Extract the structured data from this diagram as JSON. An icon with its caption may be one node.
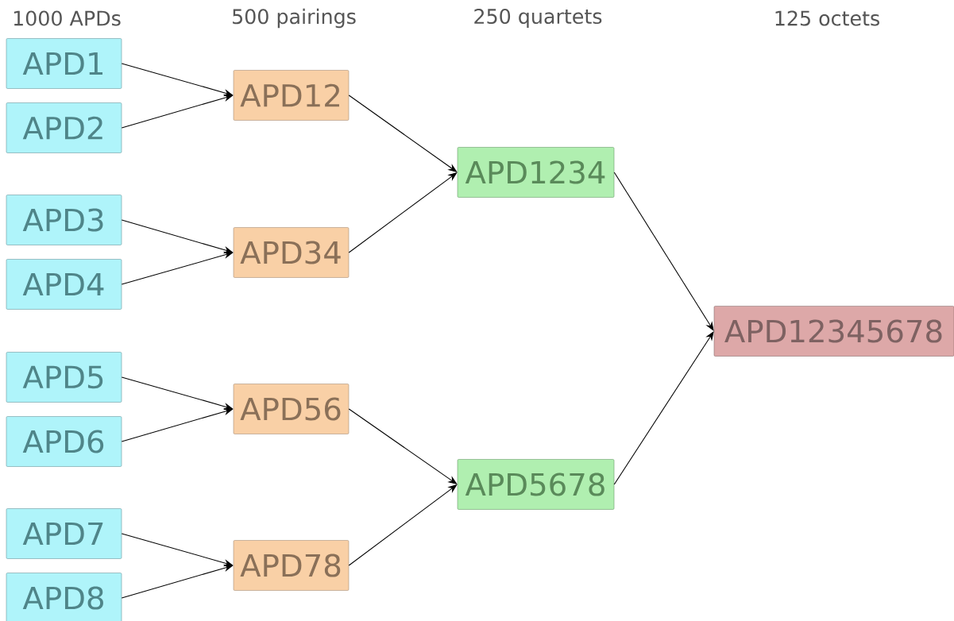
{
  "diagram": {
    "nodes": [
      {
        "text": [
          "APD1"
        ]
      },
      {
        "text": [
          "APD2"
        ]
      },
      {
        "text": [
          "APD3"
        ]
      },
      {
        "text": [
          "APD4"
        ]
      },
      {
        "text": [
          "APD5"
        ]
      },
      {
        "text": [
          "APD6"
        ]
      },
      {
        "text": [
          "APD7"
        ]
      },
      {
        "text": [
          "APD8"
        ]
      },
      {
        "text": [
          "APD12"
        ]
      },
      {
        "text": [
          "APD34"
        ]
      },
      {
        "text": [
          "APD56"
        ]
      },
      {
        "text": [
          "APD78"
        ]
      },
      {
        "text": [
          "APD1234"
        ]
      },
      {
        "text": [
          "APD5678"
        ]
      },
      {
        "text": [
          "APD12345678"
        ]
      }
    ],
    "edges": [
      {
        "from": 0,
        "to": 8,
        "arrow": "to"
      },
      {
        "from": 1,
        "to": 8,
        "arrow": "to"
      },
      {
        "from": 2,
        "to": 9,
        "arrow": "to"
      },
      {
        "from": 3,
        "to": 9,
        "arrow": "to"
      },
      {
        "from": 4,
        "to": 10,
        "arrow": "to"
      },
      {
        "from": 5,
        "to": 10,
        "arrow": "to"
      },
      {
        "from": 6,
        "to": 11,
        "arrow": "to"
      },
      {
        "from": 7,
        "to": 11,
        "arrow": "to"
      },
      {
        "from": 8,
        "to": 12,
        "arrow": "to"
      },
      {
        "from": 9,
        "to": 12,
        "arrow": "to"
      },
      {
        "from": 10,
        "to": 13,
        "arrow": "to"
      },
      {
        "from": 11,
        "to": 13,
        "arrow": "to"
      },
      {
        "from": 12,
        "to": 14,
        "arrow": "to"
      },
      {
        "from": 13,
        "to": 14,
        "arrow": "to"
      }
    ],
    "labels": [
      "1000 APDs",
      "500 pairings",
      "250 quartets",
      "125 octets"
    ]
  }
}
